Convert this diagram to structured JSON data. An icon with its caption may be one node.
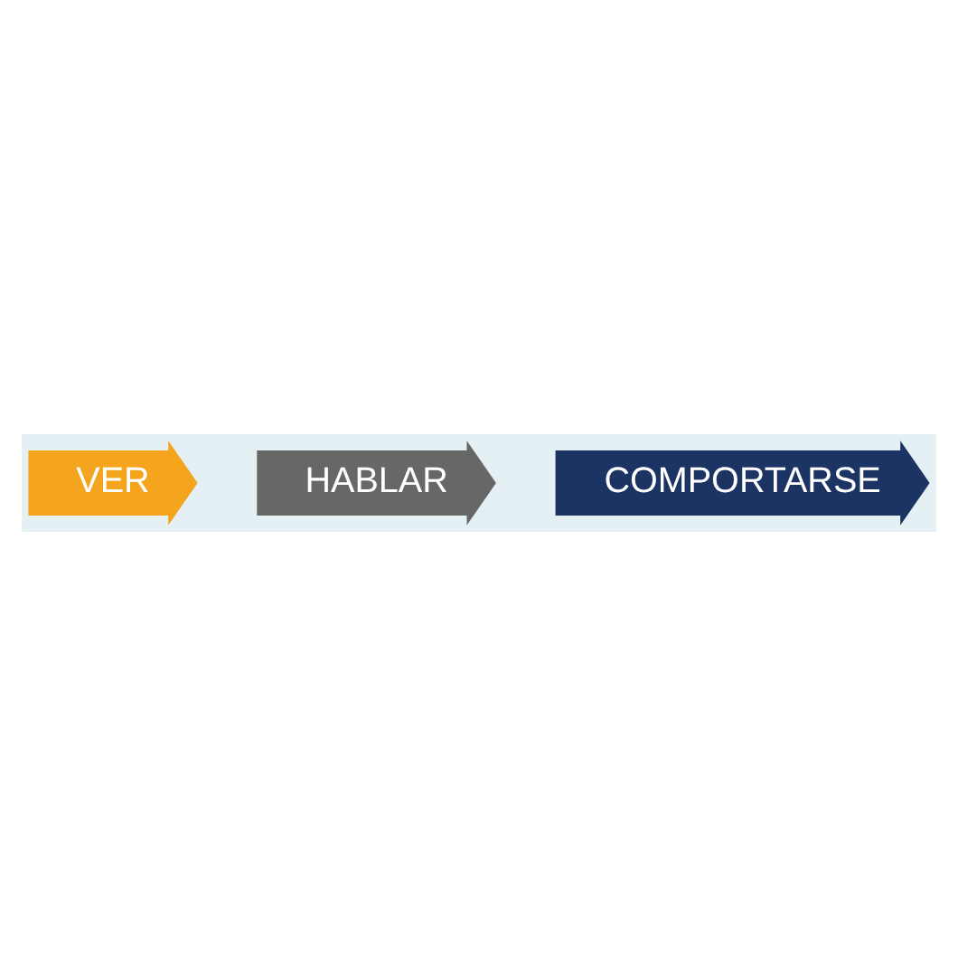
{
  "diagram": {
    "nodes": [
      {
        "text": [
          "VER"
        ]
      },
      {
        "text": [
          "HABLAR"
        ]
      },
      {
        "text": [
          "COMPORTARSE"
        ]
      }
    ]
  }
}
